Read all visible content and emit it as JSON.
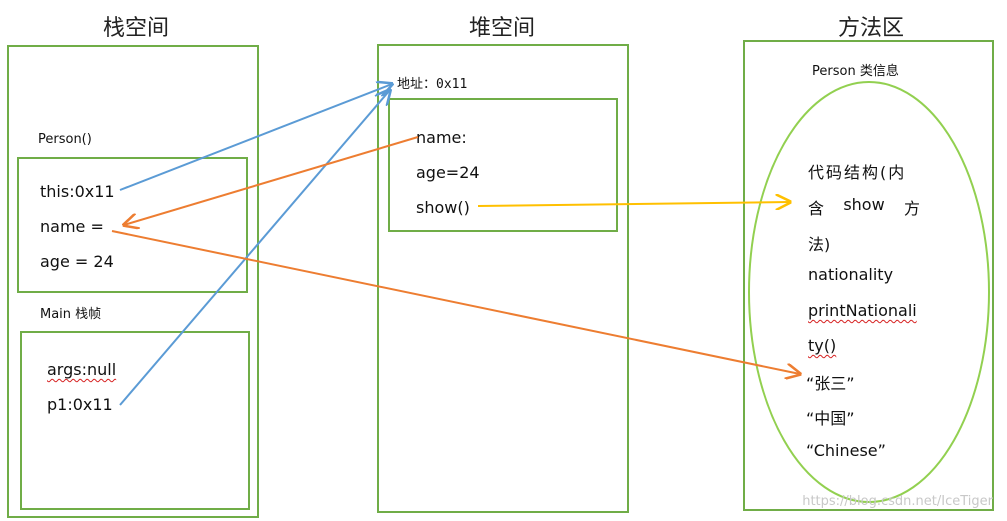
{
  "titles": {
    "stack": "栈空间",
    "heap": "堆空间",
    "method": "方法区"
  },
  "stack": {
    "person_frame_label": "Person()",
    "person_fields": [
      "this:0x11",
      "name =",
      "age = 24"
    ],
    "main_frame_label": "Main  栈帧",
    "main_fields": [
      "args:null",
      "p1:0x11"
    ]
  },
  "heap": {
    "address_label": "地址：0x11",
    "object_fields": [
      "name:",
      "age=24",
      "show()"
    ]
  },
  "method_area": {
    "class_info_label": "Person 类信息",
    "code_line_1": "代码结构(内",
    "code_line_2_words": [
      "含",
      "show",
      "方"
    ],
    "code_line_3": "法)",
    "field_nationality": "nationality",
    "method_part1": "printNationali",
    "method_part2": "ty()",
    "literals": [
      "“张三”",
      "“中国”",
      "“Chinese”"
    ]
  },
  "colors": {
    "box_border": "#70AD47",
    "ellipse": "#92D050",
    "arrow_blue": "#5B9BD5",
    "arrow_orange": "#ED7D31",
    "arrow_yellow": "#FFC000"
  },
  "watermark": "https://blog.csdn.net/IceTiger"
}
